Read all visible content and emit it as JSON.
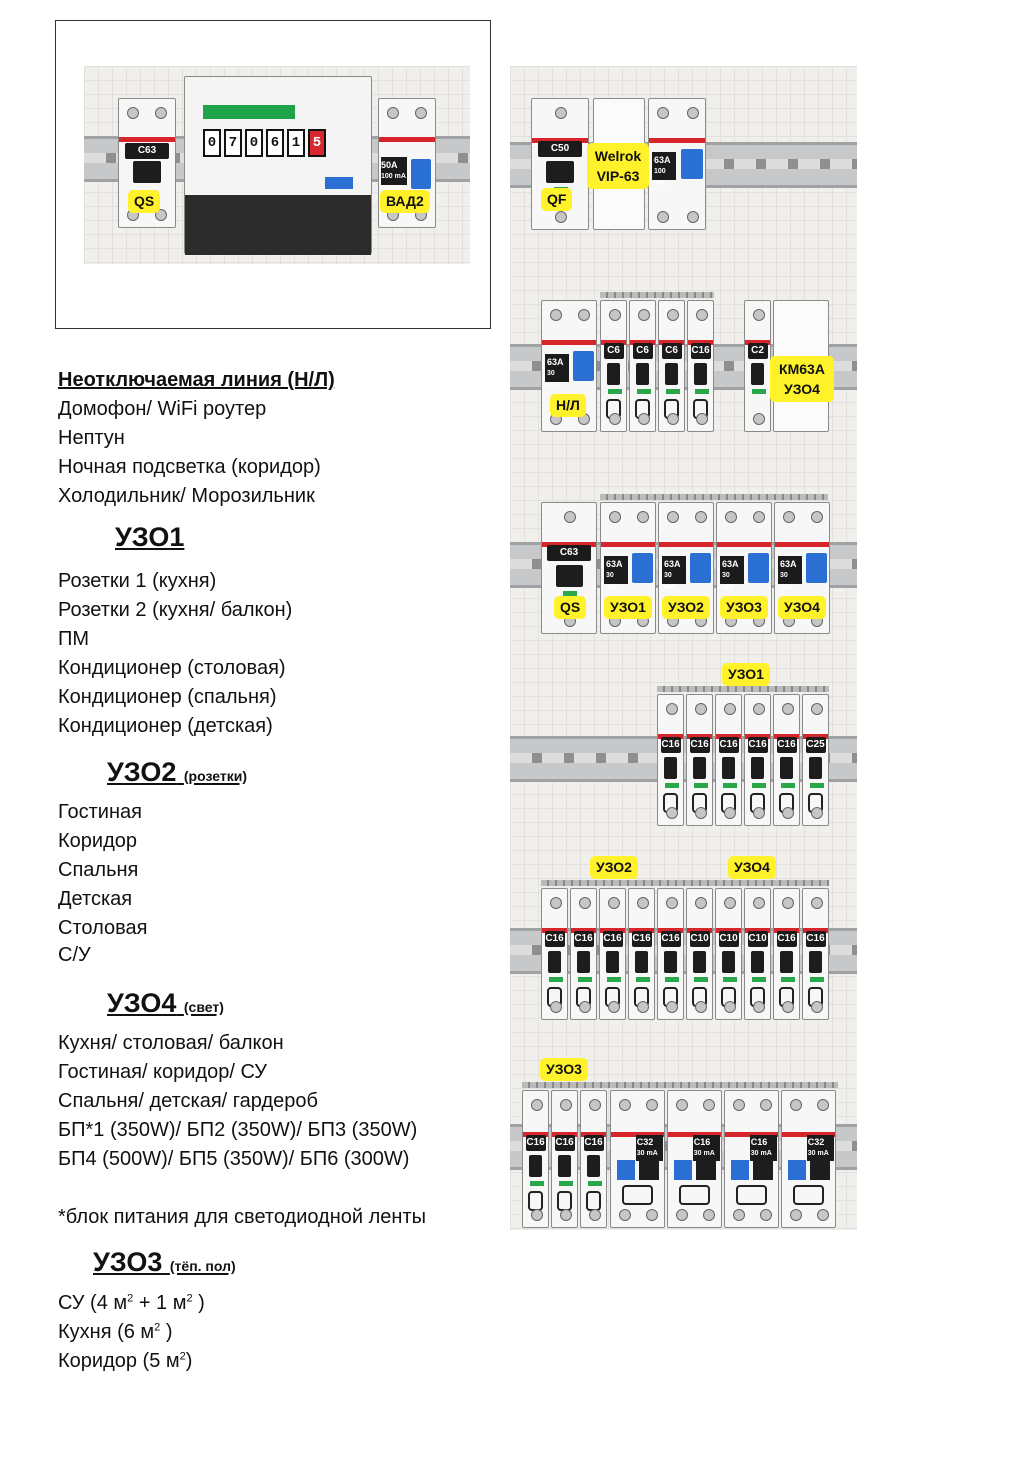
{
  "top_panel": {
    "qs_label": "QS",
    "qs_rating": "C63",
    "meter_digits": [
      "0",
      "7",
      "0",
      "6",
      "1",
      "5"
    ],
    "vad_label": "ВАД2",
    "vad_rating": "50A",
    "vad_leak": "100 mA"
  },
  "left_text": {
    "nl_title": "Неотключаемая линия (Н/Л)",
    "nl_items": [
      "Домофон/ WiFi роутер",
      "Нептун",
      "Ночная подсветка (коридор)",
      "Холодильник/ Морозильник"
    ],
    "uzo1_title": "УЗО1",
    "uzo1_items": [
      "Розетки 1 (кухня)",
      "Розетки 2 (кухня/ балкон)",
      "ПМ",
      "Кондиционер (столовая)",
      "Кондиционер (спальня)",
      "Кондиционер (детская)"
    ],
    "uzo2_title": "УЗО2",
    "uzo2_sub": "(розетки)",
    "uzo2_items": [
      "Гостиная",
      "Коридор",
      "Спальня",
      "Детская",
      "Столовая",
      "С/У"
    ],
    "uzo4_title": "УЗО4",
    "uzo4_sub": "(свет)",
    "uzo4_items": [
      "Кухня/ столовая/ балкон",
      "Гостиная/ коридор/ СУ",
      "Спальня/ детская/ гардероб",
      "БП*1 (350W)/ БП2 (350W)/ БП3 (350W)",
      "БП4 (500W)/ БП5 (350W)/ БП6 (300W)"
    ],
    "footnote": "*блок питания для светодиодной ленты",
    "uzo3_title": "УЗО3",
    "uzo3_sub": "(тёп. пол)",
    "uzo3_items": [
      {
        "pre": "СУ (4 м",
        "mid": " + 1 м",
        "post": " )"
      },
      {
        "pre": "Кухня (6 м",
        "post": " )"
      },
      {
        "pre": "Коридор (5 м",
        "post": ")"
      }
    ],
    "sup2": "2"
  },
  "rows": {
    "row1": {
      "qf_rating": "C50",
      "qf_label": "QF",
      "relay_label": "Welrok VIP-63",
      "rcd_rating": "63A",
      "rcd_leak": "100 mA"
    },
    "row2": {
      "rcd_rating": "63A",
      "rcd_leak": "30 mA",
      "nl_label": "Н/Л",
      "breakers": [
        "C6",
        "C6",
        "C6",
        "C16"
      ],
      "c2": "C2",
      "km_label": "КМ63А УЗО4"
    },
    "row3": {
      "qs_rating": "C63",
      "labels": [
        "QS",
        "УЗО1",
        "УЗО2",
        "УЗО3",
        "УЗО4"
      ],
      "rcd_rating": "63A",
      "rcd_leak": "30 mA"
    },
    "row4": {
      "tag": "УЗО1",
      "breakers": [
        "C16",
        "C16",
        "C16",
        "C16",
        "C16",
        "C25"
      ]
    },
    "row5": {
      "tag_a": "УЗО2",
      "tag_b": "УЗО4",
      "breakers": [
        "C16",
        "C16",
        "C16",
        "C16",
        "C16",
        "C10",
        "C10",
        "C10",
        "C16",
        "C16"
      ]
    },
    "row6": {
      "tag": "УЗО3",
      "breakers": [
        "C16",
        "C16",
        "C16"
      ],
      "difs": [
        "C32",
        "C16",
        "C16",
        "C32"
      ],
      "dif_leak": "30 mA"
    }
  }
}
